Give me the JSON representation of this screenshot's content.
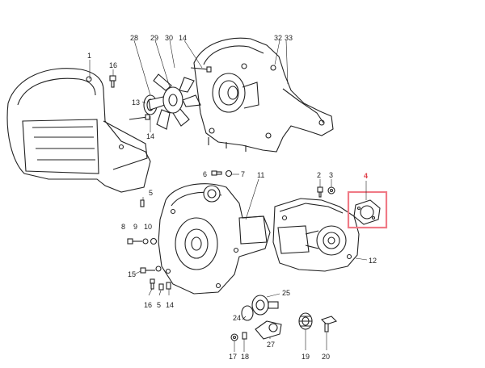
{
  "labels": {
    "l1": "1",
    "l2": "2",
    "l3": "3",
    "l4": "4",
    "l5a": "5",
    "l5b": "5",
    "l6": "6",
    "l7": "7",
    "l8": "8",
    "l9": "9",
    "l10": "10",
    "l11": "11",
    "l12": "12",
    "l13": "13",
    "l14a": "14",
    "l14b": "14",
    "l14c": "14",
    "l15": "15",
    "l16a": "16",
    "l16b": "16",
    "l17": "17",
    "l18": "18",
    "l19": "19",
    "l20": "20",
    "l24": "24",
    "l25": "25",
    "l27": "27",
    "l28": "28",
    "l29": "29",
    "l30": "30",
    "l32": "32",
    "l33": "33"
  },
  "highlight": {
    "part": "4",
    "color": "#f07a86"
  }
}
